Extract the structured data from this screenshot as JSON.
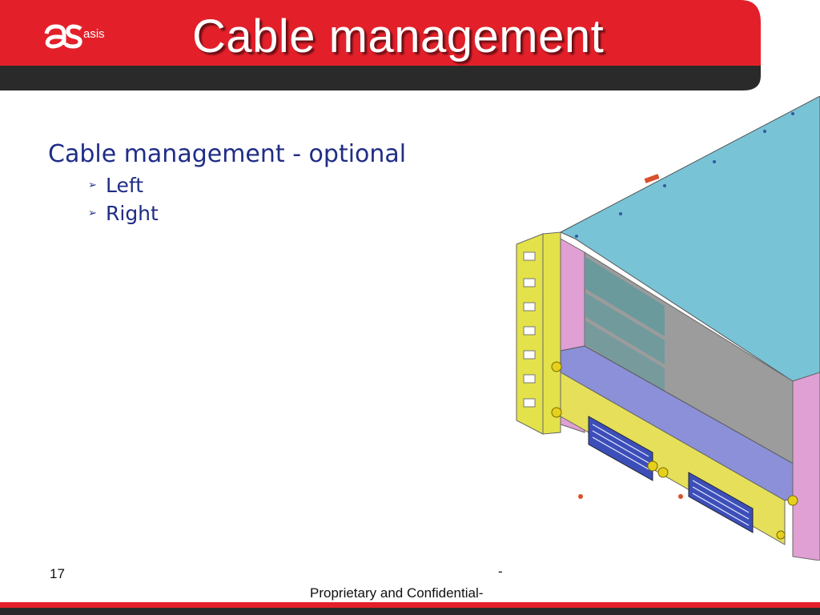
{
  "header": {
    "logo_text": "asis",
    "title": "Cable management"
  },
  "body": {
    "heading": "Cable management - optional",
    "bullets": [
      {
        "label": "Left"
      },
      {
        "label": "Right"
      }
    ]
  },
  "footer": {
    "slide_number": "17",
    "dash": "-",
    "confidential": "Proprietary and Confidential-"
  },
  "colors": {
    "brand_red": "#e3202a",
    "dark_band": "#2a2a2a",
    "text_blue": "#1f2d86",
    "chassis_top": "#79c3d6",
    "rack_yellow": "#e4e24a",
    "chassis_pink": "#e0a0d4",
    "rail_purple": "#8b90d8",
    "card_blue": "#3c4fb8"
  }
}
